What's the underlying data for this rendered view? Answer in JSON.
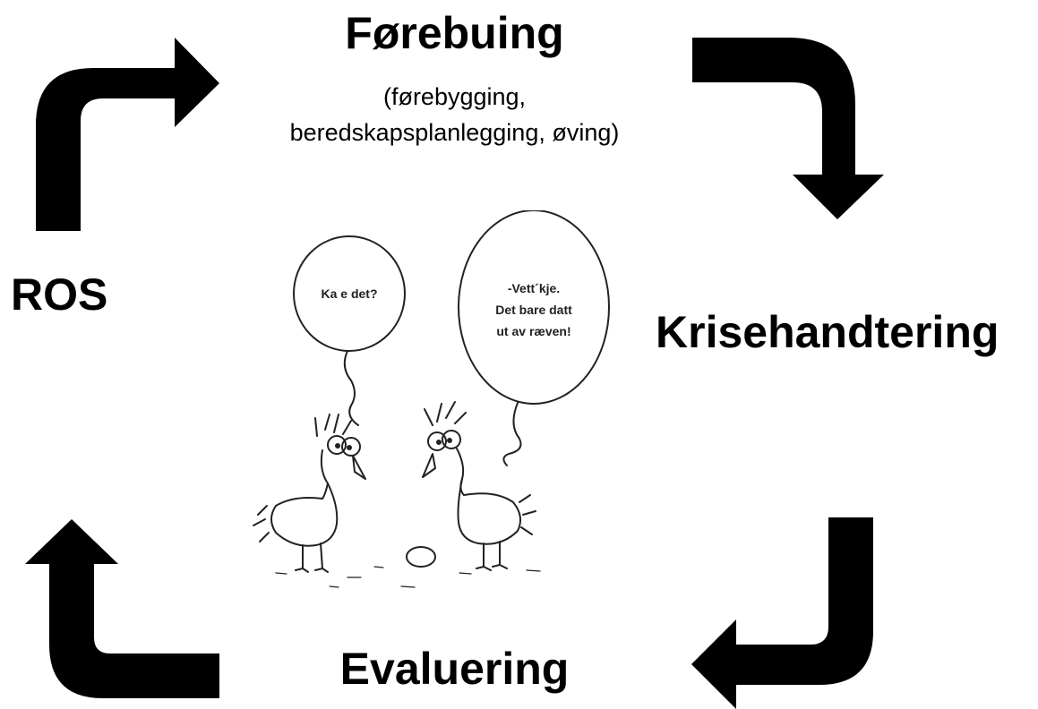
{
  "cycle": {
    "top": {
      "title": "Førebuing",
      "subtitle_line1": "(førebygging,",
      "subtitle_line2": "beredskapsplanlegging, øving)"
    },
    "right": {
      "title": "Krisehandtering"
    },
    "bottom": {
      "title": "Evaluering"
    },
    "left": {
      "title": "ROS"
    }
  },
  "cartoon": {
    "left_bubble": "Ka e det?",
    "right_bubble_line1": "-Vett´kje.",
    "right_bubble_line2": "Det bare datt",
    "right_bubble_line3": "ut av ræven!"
  },
  "colors": {
    "arrow": "#000000",
    "background": "#ffffff"
  }
}
